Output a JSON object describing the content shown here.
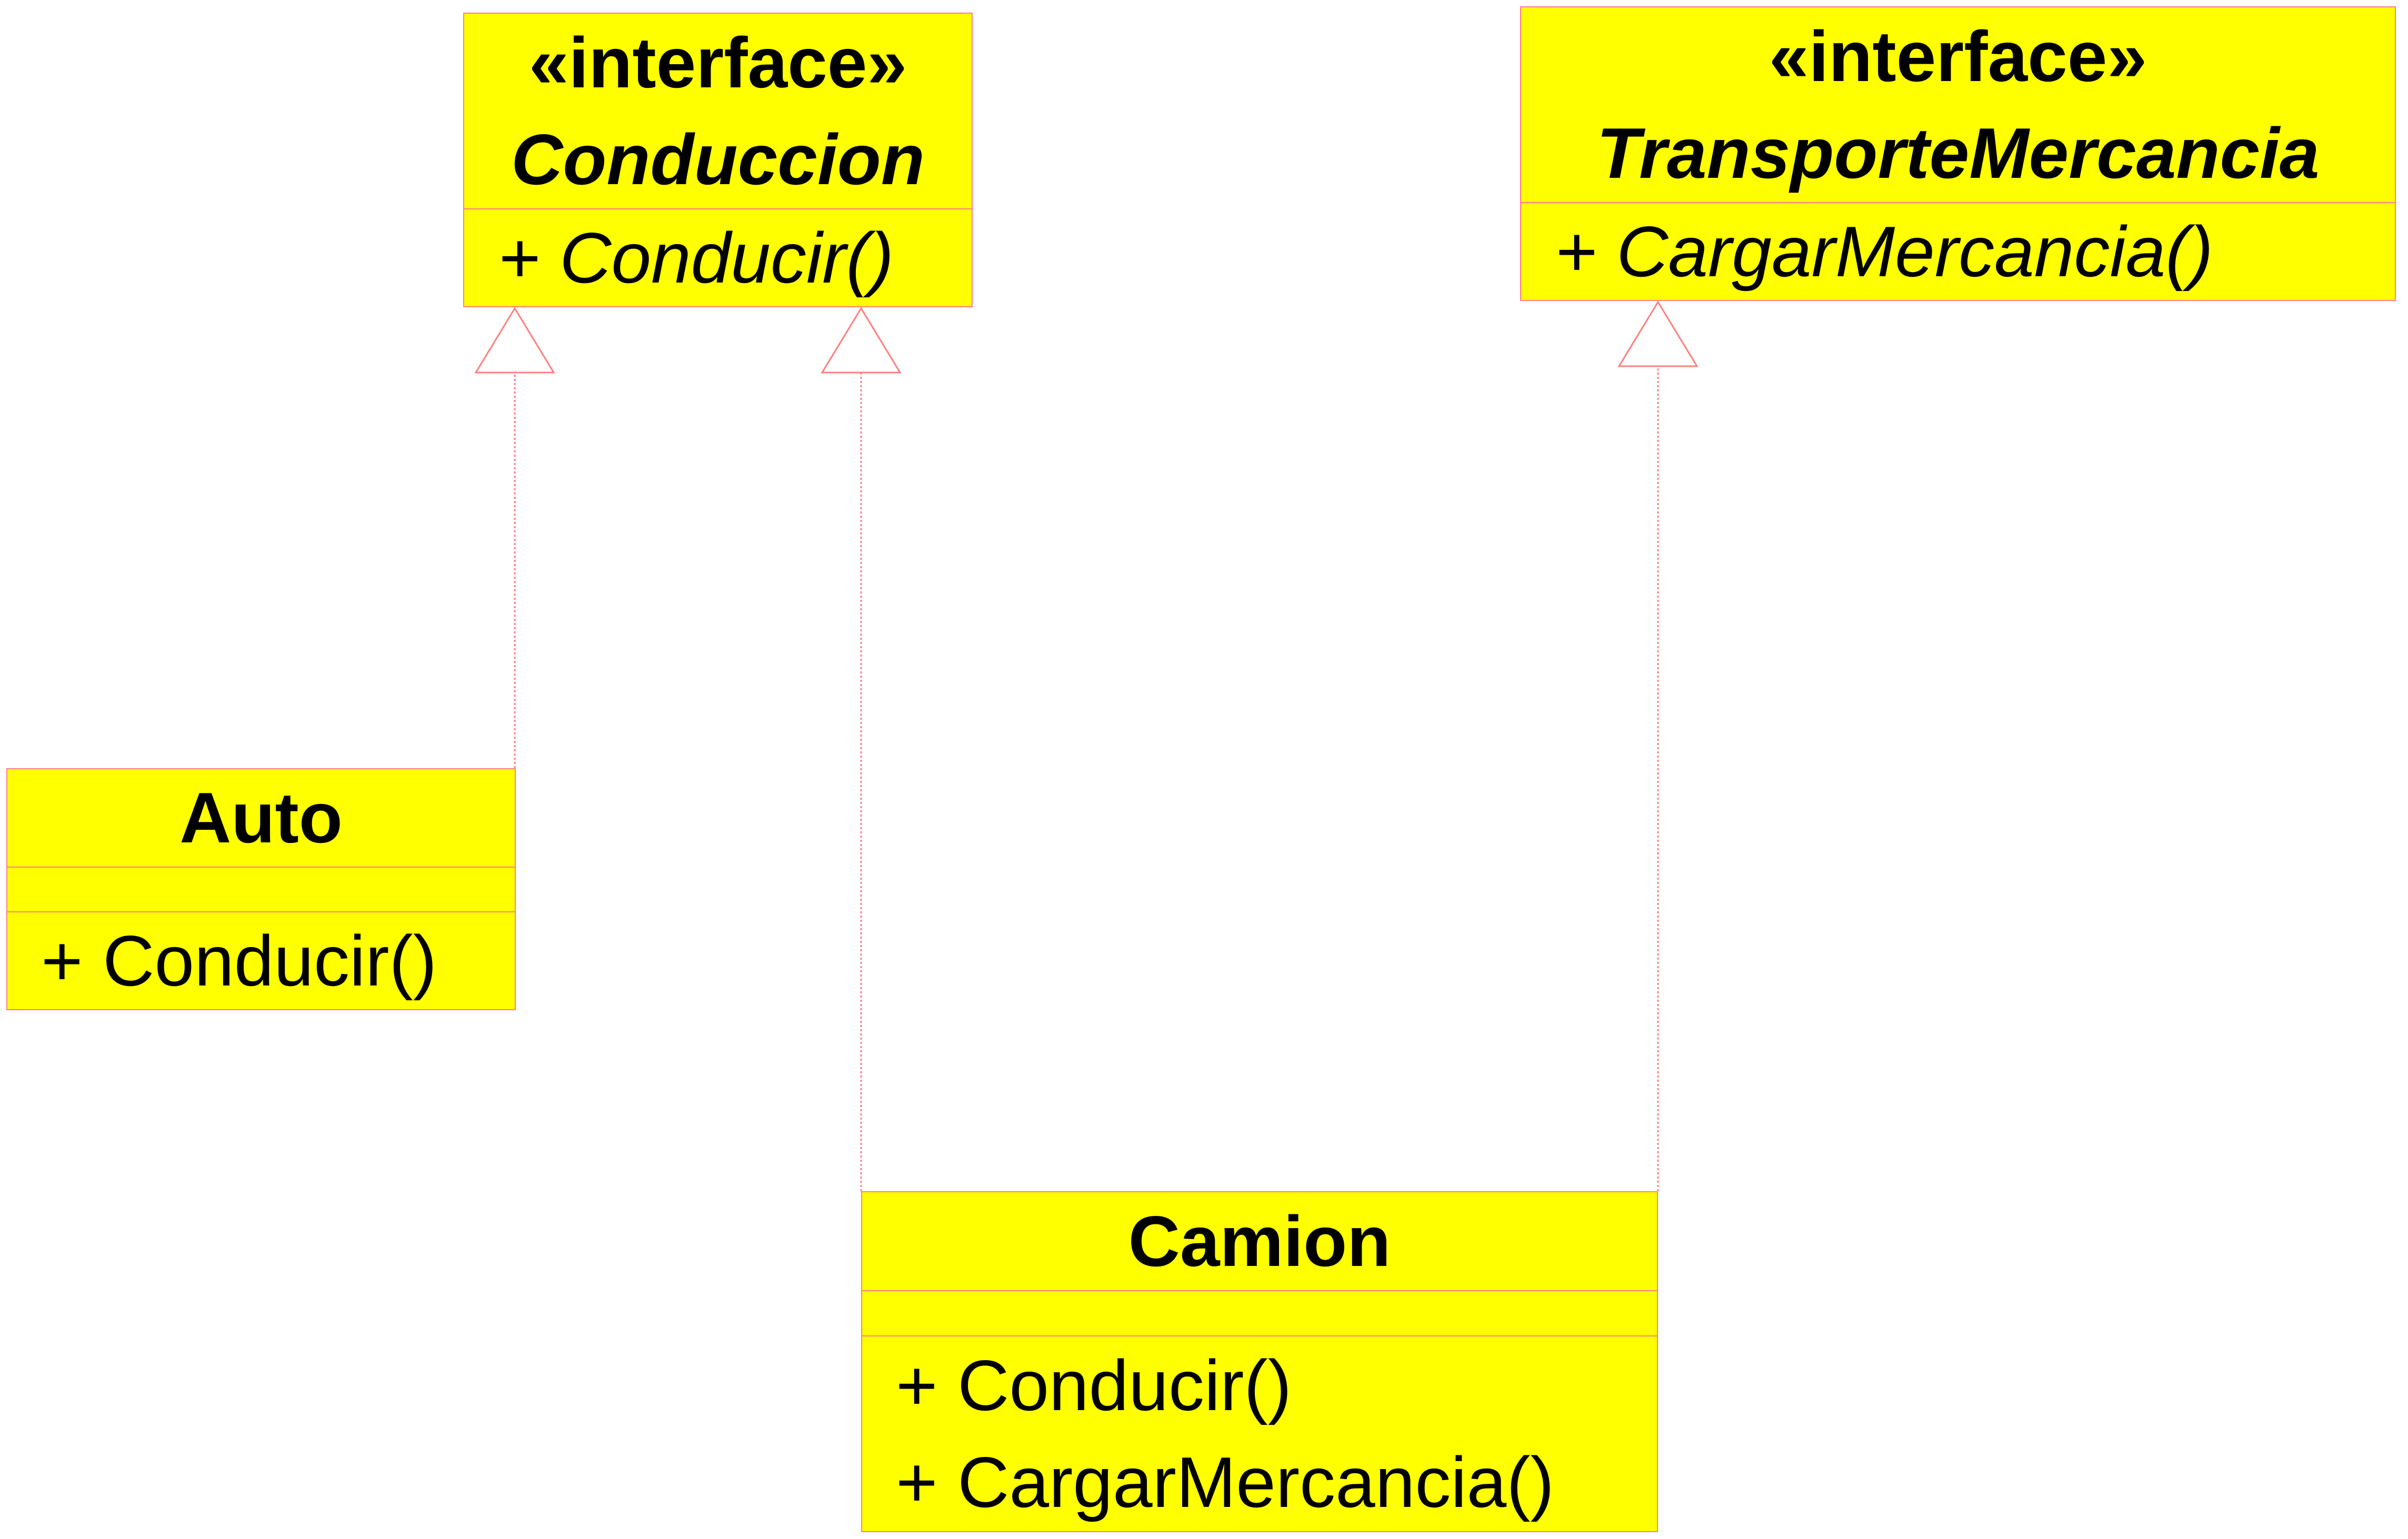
{
  "colors": {
    "box_fill": "#ffff00",
    "box_border": "#ff7f7f",
    "connector": "#ff7f7f",
    "text": "#000000"
  },
  "interfaces": {
    "conduccion": {
      "stereotype": "«interface»",
      "name": "Conduccion",
      "operations": [
        "+ Conducir()"
      ]
    },
    "transporte": {
      "stereotype": "«interface»",
      "name": "TransporteMercancia",
      "operations": [
        "+ CargarMercancia()"
      ]
    }
  },
  "classes": {
    "auto": {
      "name": "Auto",
      "operations": [
        "+ Conducir()"
      ]
    },
    "camion": {
      "name": "Camion",
      "operations": [
        "+ Conducir()",
        "+ CargarMercancia()"
      ]
    }
  },
  "relations": [
    {
      "type": "realization",
      "from": "Auto",
      "to": "Conduccion"
    },
    {
      "type": "realization",
      "from": "Camion",
      "to": "Conduccion"
    },
    {
      "type": "realization",
      "from": "Camion",
      "to": "TransporteMercancia"
    }
  ]
}
